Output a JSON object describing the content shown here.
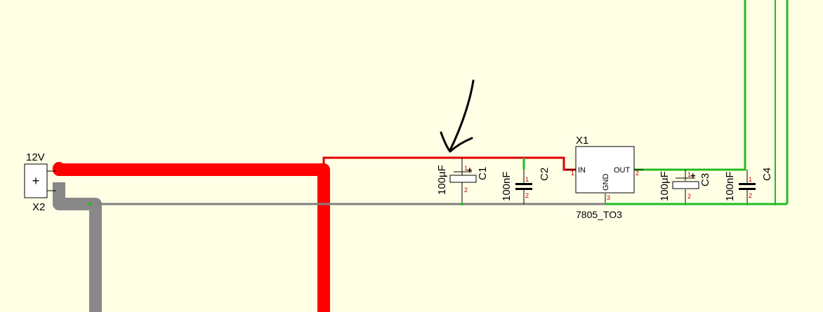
{
  "schematic": {
    "colors": {
      "background": "#ffffe6",
      "wire_power": "#ff0000",
      "wire_ground": "#808080",
      "wire_output": "#22bb22",
      "component": "#000000",
      "pin_number": "#c00000"
    },
    "connector": {
      "name": "X2",
      "value": "12V",
      "symbol": "+"
    },
    "regulator": {
      "name": "X1",
      "value": "7805_TO3",
      "pins": {
        "in": "IN",
        "gnd": "GND",
        "out": "OUT",
        "in_num": "1",
        "gnd_num": "3",
        "out_num": "2"
      }
    },
    "capacitors": [
      {
        "name": "C1",
        "value": "100µF",
        "polarized": true,
        "pin1": "1",
        "pin2": "2",
        "plus": "+"
      },
      {
        "name": "C2",
        "value": "100nF",
        "polarized": false,
        "pin1": "1",
        "pin2": "2"
      },
      {
        "name": "C3",
        "value": "100µF",
        "polarized": true,
        "pin1": "1",
        "pin2": "2",
        "plus": "+"
      },
      {
        "name": "C4",
        "value": "100nF",
        "polarized": false,
        "pin1": "1",
        "pin2": "2"
      }
    ],
    "annotation": "hand-drawn-arrow"
  }
}
